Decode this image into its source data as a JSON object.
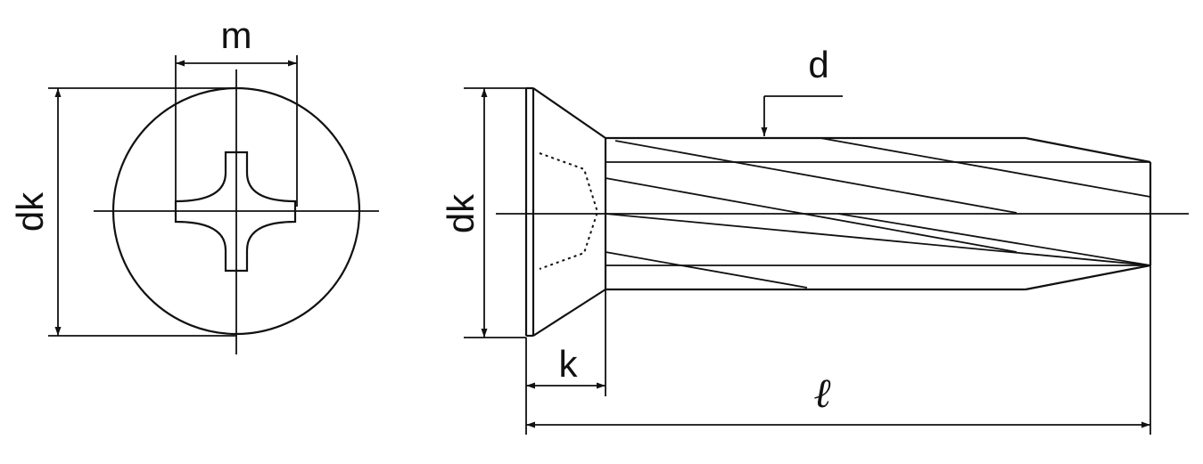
{
  "labels": {
    "m": "m",
    "dk_left": "dk",
    "dk_right": "dk",
    "d": "d",
    "k": "k",
    "l": "ℓ"
  },
  "colors": {
    "stroke": "#111111",
    "background": "#ffffff"
  }
}
